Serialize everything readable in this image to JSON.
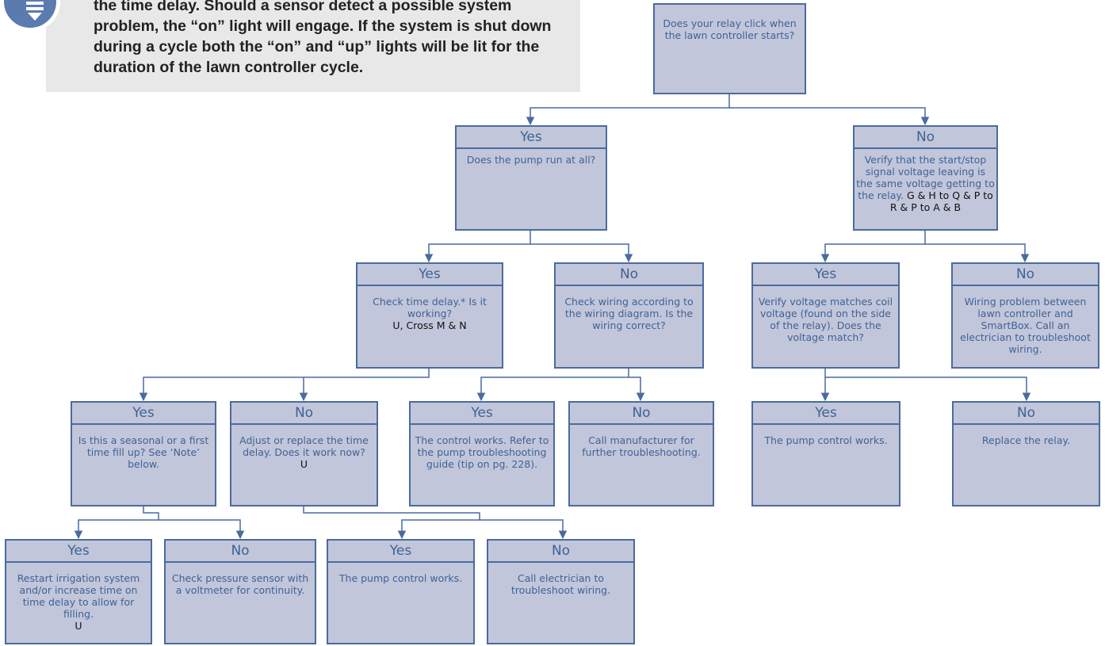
{
  "colors": {
    "box_fill": "#c2c6da",
    "box_border": "#4a6b9e",
    "text": "#3e6396",
    "note_bg": "#e8e8e8",
    "icon": "#5a7bad"
  },
  "note": {
    "icon": "valve-icon",
    "text": "the time delay. Should a sensor detect a possible system problem, the “on” light will engage. If the system is shut down during a cycle both the “on” and “up” lights will be lit for the duration of the lawn controller cycle."
  },
  "flowchart": {
    "root": "Does your relay click when the lawn controller starts?",
    "yes1": {
      "title": "Yes",
      "text": "Does the pump run at all?"
    },
    "no1": {
      "title": "No",
      "text": "Verify that the start/stop signal voltage leaving is the same voltage getting to the relay.",
      "code": "G & H to Q & P to R & P to A & B"
    },
    "yes1_yes": {
      "title": "Yes",
      "text": "Check time delay.* Is it working?",
      "code": "U, Cross M & N"
    },
    "yes1_no": {
      "title": "No",
      "text": "Check wiring according to the wiring diagram. Is the wiring correct?"
    },
    "no1_yes": {
      "title": "Yes",
      "text": "Verify voltage matches coil voltage (found on the side of the relay). Does the voltage match?"
    },
    "no1_no": {
      "title": "No",
      "text": "Wiring problem between lawn controller and SmartBox. Call an electrician to troubleshoot wiring."
    },
    "td_yes": {
      "title": "Yes",
      "text": "Is this a seasonal or a first time fill up? See ‘Note’ below."
    },
    "td_no": {
      "title": "No",
      "text": "Adjust or replace the time delay. Does it work now?",
      "code": "U"
    },
    "wr_yes": {
      "title": "Yes",
      "text": "The control works. Refer to the pump troubleshooting guide (tip on pg. 228)."
    },
    "wr_no": {
      "title": "No",
      "text": "Call manufacturer for further troubleshooting."
    },
    "vm_yes": {
      "title": "Yes",
      "text": "The pump control works."
    },
    "vm_no": {
      "title": "No",
      "text": "Replace the relay."
    },
    "fill_yes": {
      "title": "Yes",
      "text": "Restart irrigation system and/or increase time on time delay to allow for filling.",
      "code": "U"
    },
    "fill_no": {
      "title": "No",
      "text": "Check pressure sensor with a voltmeter for continuity."
    },
    "adj_yes": {
      "title": "Yes",
      "text": "The pump control works."
    },
    "adj_no": {
      "title": "No",
      "text": "Call electrician to troubleshoot wiring."
    }
  }
}
